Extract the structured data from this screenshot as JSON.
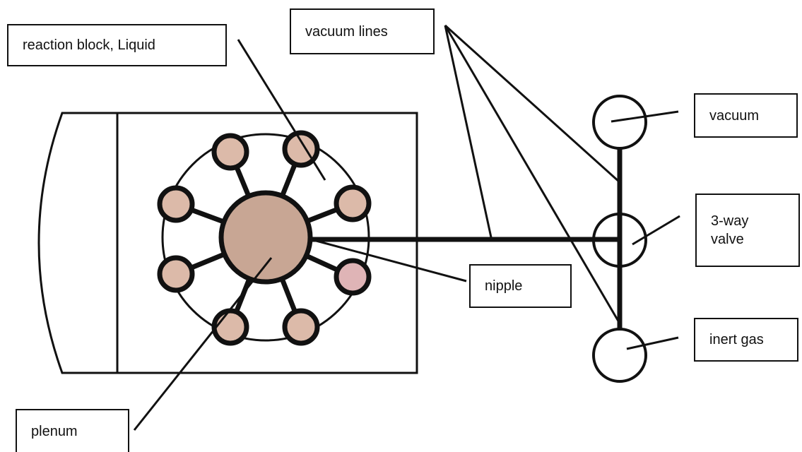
{
  "labels": {
    "reaction_block": "reaction block, Liquid",
    "vacuum_lines": "vacuum lines",
    "vacuum": "vacuum",
    "three_way_valve": "3-way\nvalve",
    "nipple": "nipple",
    "inert_gas": "inert gas",
    "plenum": "plenum"
  },
  "colors": {
    "line": "#111111",
    "plenum_fill": "#c8a694",
    "well_fill": "#dcbaa9",
    "well_highlight_fill": "#dfb4b6"
  }
}
